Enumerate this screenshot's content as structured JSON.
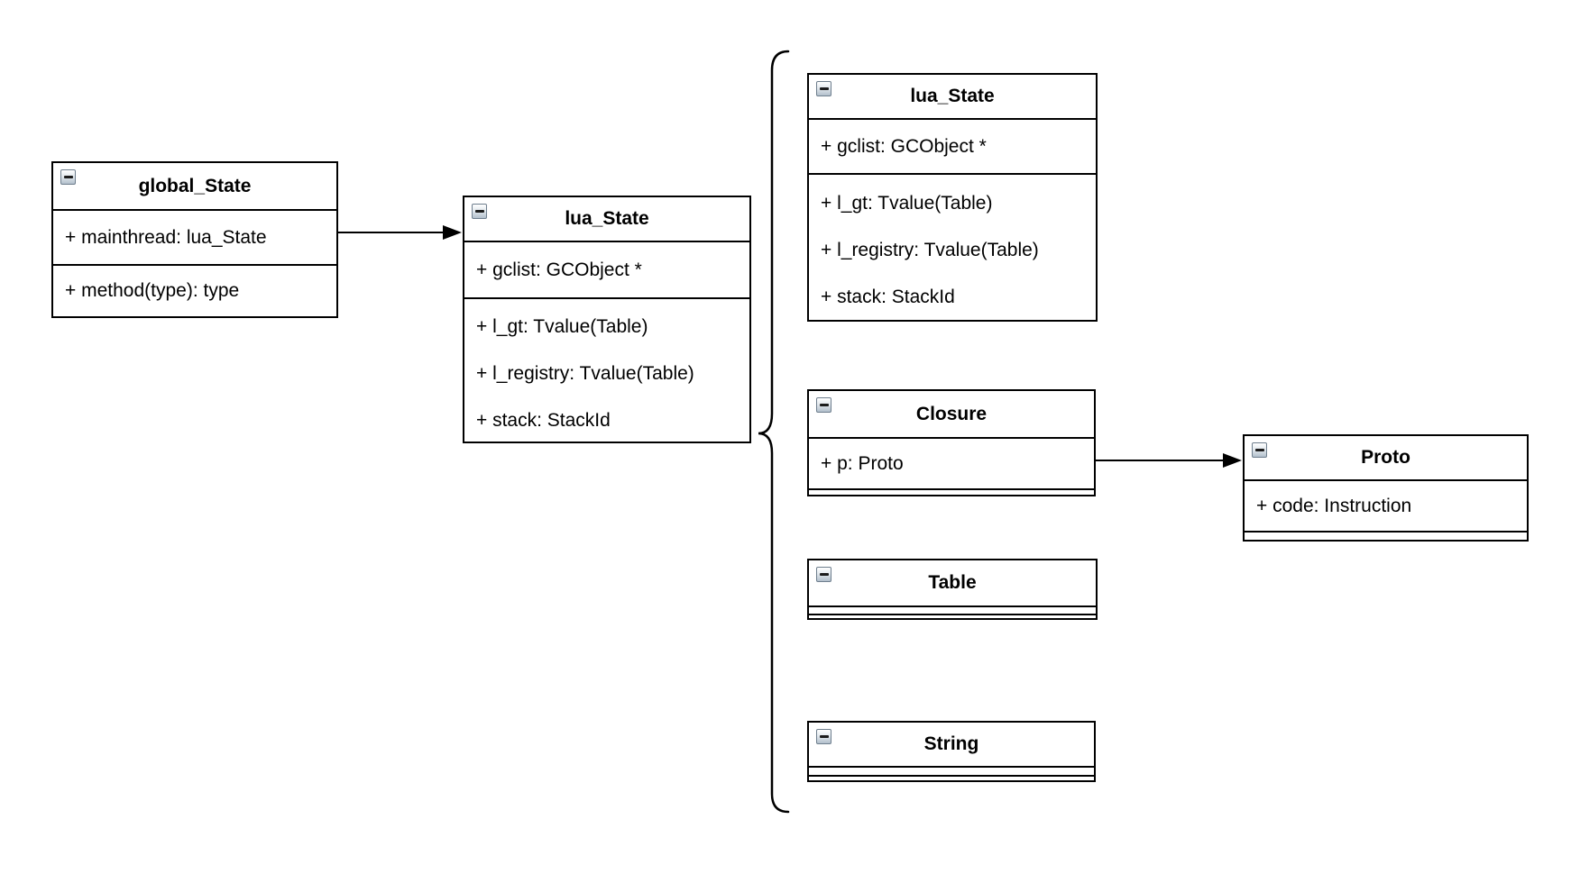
{
  "diagram": {
    "type": "uml-class-diagram",
    "background_color": "#ffffff",
    "stroke_color": "#000000",
    "text_color": "#000000",
    "icons": {
      "collapse": "minus-square-icon"
    },
    "classes": {
      "global_state": {
        "title": "global_State",
        "attributes": [
          "+ mainthread: lua_State",
          "+ method(type): type"
        ]
      },
      "lua_state_main": {
        "title": "lua_State",
        "attributes": [
          "+ gclist: GCObject *",
          "+ l_gt: Tvalue(Table)",
          "+ l_registry: Tvalue(Table)",
          "+ stack: StackId"
        ]
      },
      "lua_state_thread": {
        "title": "lua_State",
        "attributes": [
          "+ gclist: GCObject *",
          "+ l_gt: Tvalue(Table)",
          "+ l_registry: Tvalue(Table)",
          "+ stack: StackId"
        ]
      },
      "closure": {
        "title": "Closure",
        "attributes": [
          "+ p: Proto"
        ]
      },
      "proto": {
        "title": "Proto",
        "attributes": [
          "+ code: Instruction"
        ]
      },
      "table": {
        "title": "Table",
        "attributes": []
      },
      "string": {
        "title": "String",
        "attributes": []
      }
    },
    "connectors": [
      {
        "from": "global_State",
        "to": "lua_State",
        "style": "arrow"
      },
      {
        "from": "Closure",
        "to": "Proto",
        "style": "arrow"
      },
      {
        "style": "curly-brace",
        "groups": [
          "lua_State",
          "Closure",
          "Table",
          "String"
        ],
        "points_to": "lua_State"
      }
    ]
  }
}
